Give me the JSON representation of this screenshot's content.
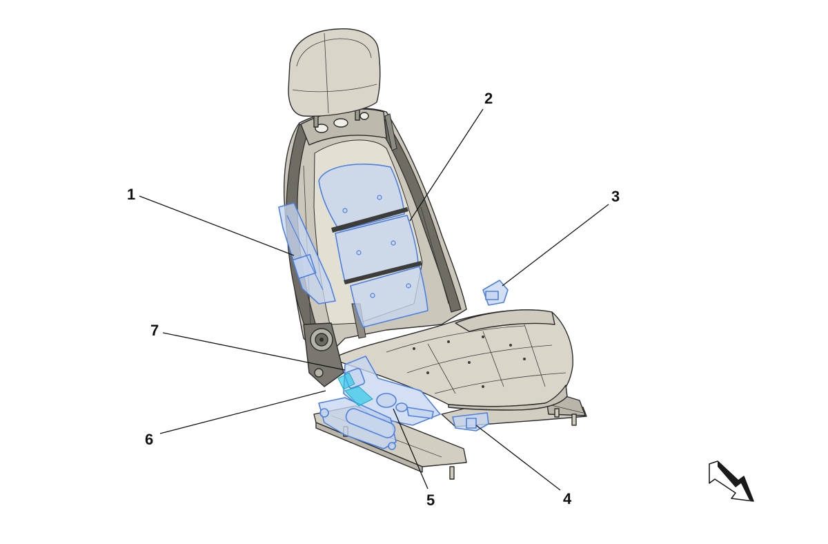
{
  "callouts": [
    {
      "id": "1",
      "label": "1"
    },
    {
      "id": "2",
      "label": "2"
    },
    {
      "id": "3",
      "label": "3"
    },
    {
      "id": "4",
      "label": "4"
    },
    {
      "id": "5",
      "label": "5"
    },
    {
      "id": "6",
      "label": "6"
    },
    {
      "id": "7",
      "label": "7"
    }
  ],
  "colors": {
    "seat_fill": "#d9d6c9",
    "seat_dark": "#8c897e",
    "frame": "#4a4a48",
    "highlight_fill": "#c6d6ee",
    "highlight_stroke": "#4a7fe0",
    "accent_cyan": "#26c8e6"
  },
  "icons": {
    "orientation": "direction-arrow-icon"
  }
}
